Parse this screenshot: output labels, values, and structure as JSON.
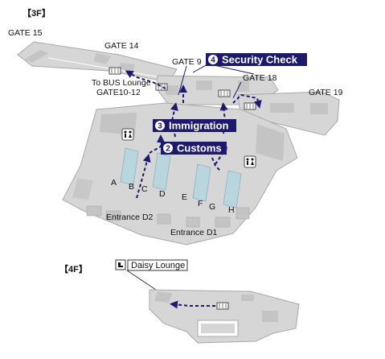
{
  "floors": {
    "f3_label": "【3F】",
    "f4_label": "【4F】"
  },
  "gates": {
    "gate15": "GATE 15",
    "gate14": "GATE 14",
    "gate9": "GATE 9",
    "gate18": "GATE 18",
    "gate19": "GATE 19"
  },
  "bus": {
    "line1": "To BUS Lounge",
    "line2": "GATE10-12"
  },
  "steps": [
    {
      "num": "4",
      "label": "Security Check"
    },
    {
      "num": "3",
      "label": "Immigration"
    },
    {
      "num": "2",
      "label": "Customs"
    }
  ],
  "counters": [
    "A",
    "B",
    "C",
    "D",
    "E",
    "F",
    "G",
    "H"
  ],
  "entrances": {
    "d2": "Entrance D2",
    "d1": "Entrance D1"
  },
  "lounge": {
    "label": "Daisy Lounge",
    "icon": "lounge-chair-icon"
  },
  "icons": {
    "restroom": "restroom-icon",
    "escalator": "escalator-icon",
    "route": "walking-route-arrow"
  },
  "colors": {
    "step_badge": "#1d1a6e",
    "route": "#1d1a6e",
    "building": "#d6d6d6",
    "wall": "#a9a9a9",
    "counter": "#b9d6df"
  }
}
